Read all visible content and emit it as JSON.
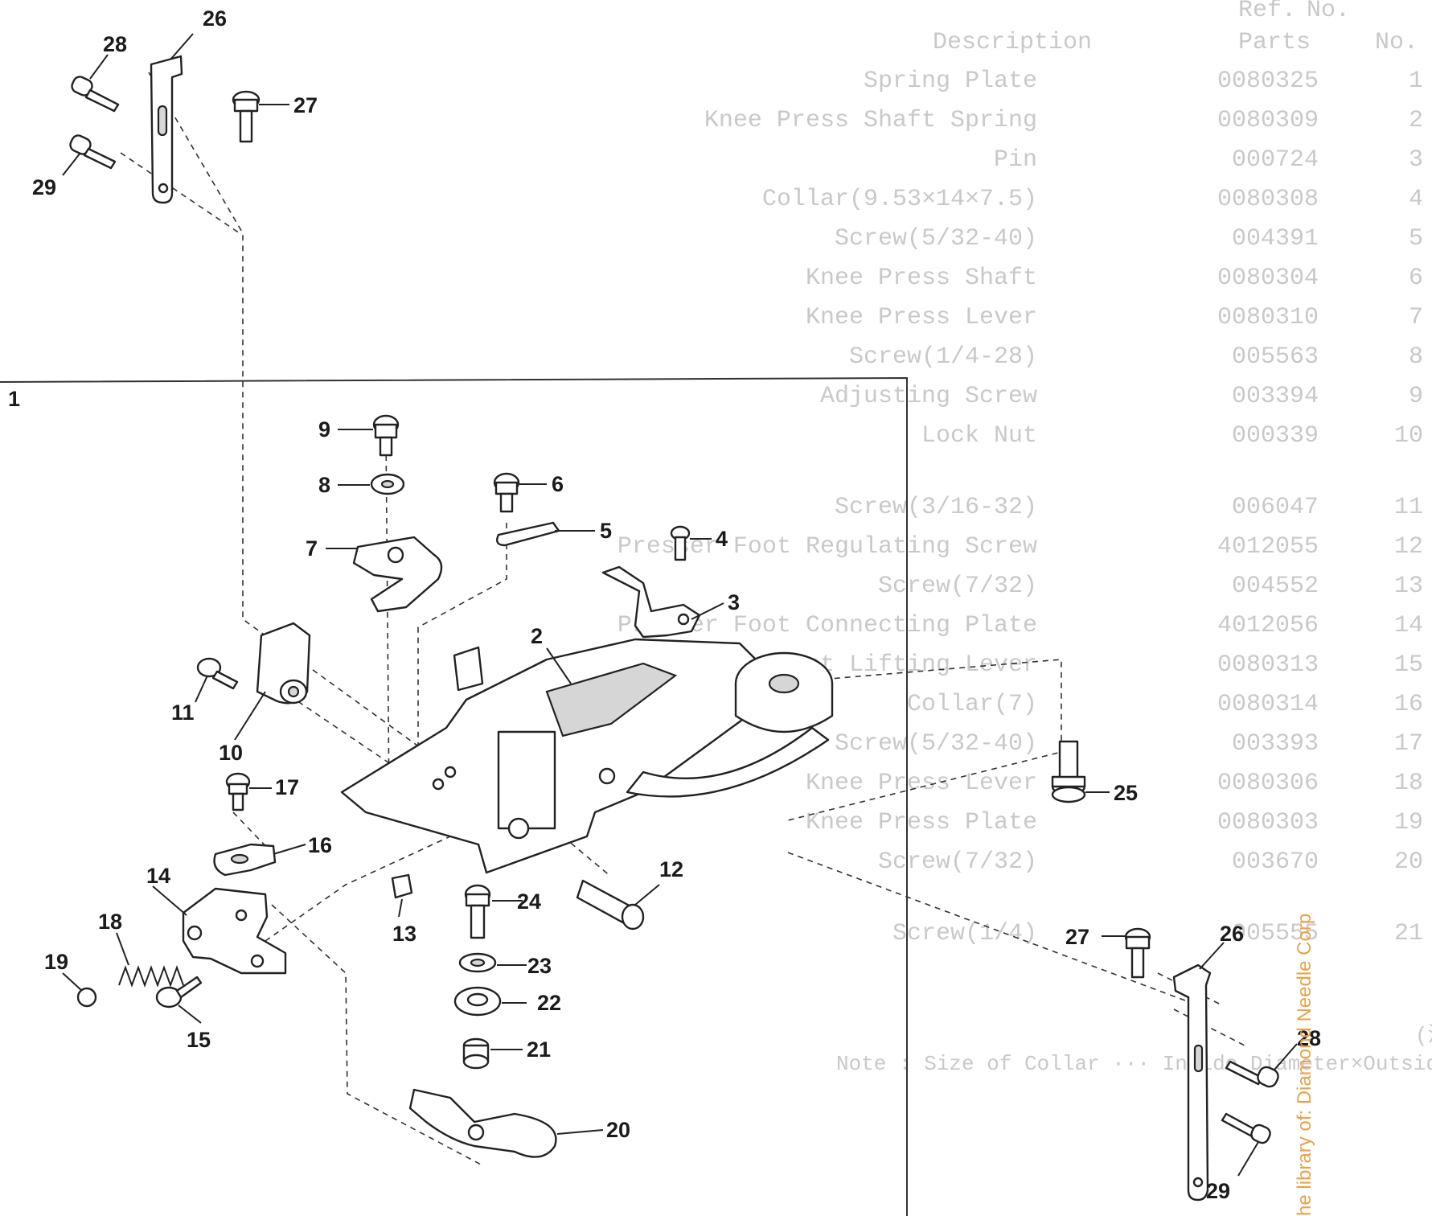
{
  "table": {
    "headers": {
      "ref_a": "Ref.",
      "ref_b": "No.",
      "parts_a": "Parts",
      "parts_b": "No.",
      "description": "Description"
    },
    "rows": [
      {
        "ref": "1",
        "part": "0080325",
        "desc": "Spring Plate"
      },
      {
        "ref": "2",
        "part": "0080309",
        "desc": "Knee Press Shaft Spring"
      },
      {
        "ref": "3",
        "part": "000724",
        "desc": "Pin"
      },
      {
        "ref": "4",
        "part": "0080308",
        "desc": "Collar(9.53×14×7.5)"
      },
      {
        "ref": "5",
        "part": "004391",
        "desc": "Screw(5/32-40)"
      },
      {
        "ref": "6",
        "part": "0080304",
        "desc": "Knee Press Shaft"
      },
      {
        "ref": "7",
        "part": "0080310",
        "desc": "Knee Press Lever"
      },
      {
        "ref": "8",
        "part": "005563",
        "desc": "Screw(1/4-28)"
      },
      {
        "ref": "9",
        "part": "003394",
        "desc": "Adjusting Screw"
      },
      {
        "ref": "10",
        "part": "000339",
        "desc": "Lock Nut"
      },
      {
        "ref": "11",
        "part": "006047",
        "desc": "Screw(3/16-32)"
      },
      {
        "ref": "12",
        "part": "4012055",
        "desc": "Presser Foot Regulating Screw"
      },
      {
        "ref": "13",
        "part": "004552",
        "desc": "Screw(7/32)"
      },
      {
        "ref": "14",
        "part": "4012056",
        "desc": "Presser Foot Connecting Plate"
      },
      {
        "ref": "15",
        "part": "0080313",
        "desc": "Presser Foot Lifting Lever"
      },
      {
        "ref": "16",
        "part": "0080314",
        "desc": "Collar(7)"
      },
      {
        "ref": "17",
        "part": "003393",
        "desc": "Screw(5/32-40)"
      },
      {
        "ref": "18",
        "part": "0080306",
        "desc": "Knee Press Lever"
      },
      {
        "ref": "19",
        "part": "0080303",
        "desc": "Knee Press Plate"
      },
      {
        "ref": "20",
        "part": "003670",
        "desc": "Screw(7/32)"
      },
      {
        "ref": "21",
        "part": "005555",
        "desc": "Screw(1/4)"
      }
    ],
    "note_jp": "(注)",
    "note_en": "Note : Size of Collar ··· Inside Diameter×Outside Diameter×Width"
  },
  "callouts": {
    "c1": "1",
    "c2": "2",
    "c3": "3",
    "c4": "4",
    "c5": "5",
    "c6": "6",
    "c7": "7",
    "c8": "8",
    "c9": "9",
    "c10": "10",
    "c11": "11",
    "c12": "12",
    "c13": "13",
    "c14": "14",
    "c15": "15",
    "c16": "16",
    "c17": "17",
    "c18": "18",
    "c19": "19",
    "c20": "20",
    "c21": "21",
    "c22": "22",
    "c23": "23",
    "c24": "24",
    "c25": "25",
    "c26a": "26",
    "c27a": "27",
    "c28a": "28",
    "c29a": "29",
    "c26b": "26",
    "c27b": "27",
    "c28b": "28",
    "c29b": "29"
  },
  "watermark": "he library of: Diamond Needle Corp",
  "colors": {
    "ink": "#1b1b1b",
    "ghost": "#c9c9c9",
    "watermark": "#e8a24a"
  }
}
